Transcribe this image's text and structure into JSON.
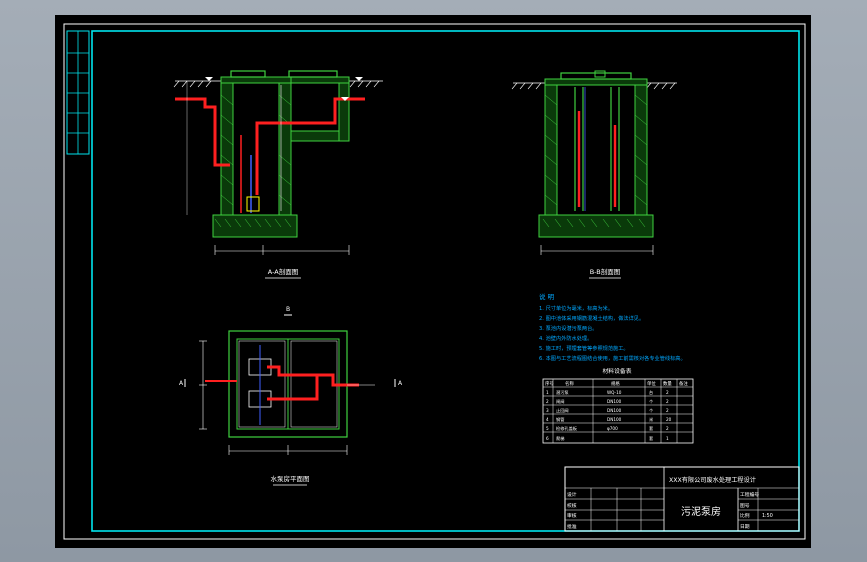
{
  "drawing": {
    "views": {
      "section_aa_label": "A-A剖面图",
      "section_bb_label": "B-B剖面图",
      "plan_label": "水泵房平面图",
      "cut_marker_a": "A",
      "cut_marker_b": "B"
    },
    "notes": {
      "title": "说 明",
      "lines": [
        "1. 尺寸单位为毫米，标高为米。",
        "2. 图中池体采用钢筋混凝土结构，做法详见。",
        "3. 泵池内设潜污泵两台。",
        "4. 池壁内外防水处理。",
        "5. 施工时，预埋套管等参照规范施工。",
        "6. 本图与工艺流程图结合使用，施工前需核对各专业管线标高。"
      ]
    },
    "materials_table": {
      "title": "材料设备表",
      "headers": [
        "序号",
        "名称",
        "规格",
        "单位",
        "数量",
        "备注"
      ],
      "rows": [
        [
          "1",
          "潜污泵",
          "WQ-10",
          "台",
          "2",
          ""
        ],
        [
          "2",
          "闸阀",
          "DN100",
          "个",
          "2",
          ""
        ],
        [
          "3",
          "止回阀",
          "DN100",
          "个",
          "2",
          ""
        ],
        [
          "4",
          "钢管",
          "DN100",
          "米",
          "20",
          ""
        ],
        [
          "5",
          "检修孔盖板",
          "φ700",
          "套",
          "2",
          ""
        ],
        [
          "6",
          "爬梯",
          "",
          "套",
          "1",
          ""
        ]
      ]
    },
    "title_block": {
      "project": "XXX有限公司废水处理工程设计",
      "drawing_name": "污泥泵房",
      "left_labels": [
        "设计",
        "校核",
        "审核",
        "批准"
      ],
      "right_labels": [
        "工程编号",
        "图号",
        "比例",
        "日期"
      ],
      "scale_value": "1:50"
    }
  }
}
